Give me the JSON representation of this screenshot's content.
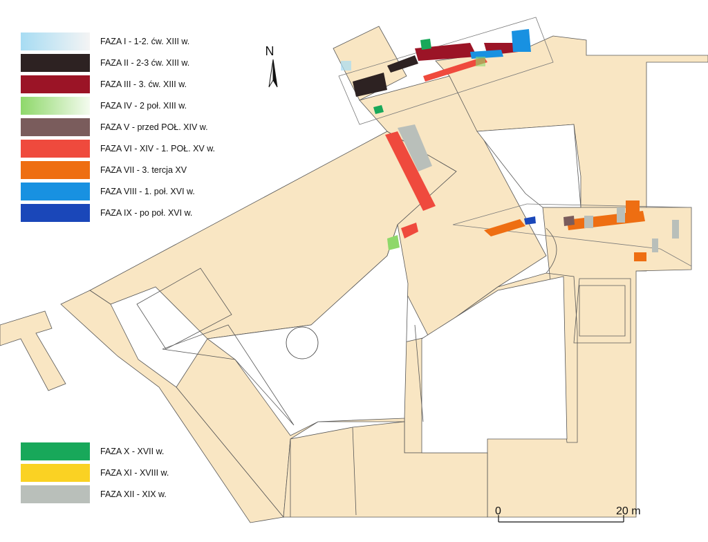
{
  "legend": {
    "top": [
      {
        "label": "FAZA I - 1-2. ćw. XIII w.",
        "color_from": "#a7dcf3",
        "color_to": "#f4f4f4"
      },
      {
        "label": "FAZA II - 2-3 ćw. XIII w.",
        "color_from": "#2d2222",
        "color_to": "#2d2222"
      },
      {
        "label": "FAZA III - 3. ćw. XIII w.",
        "color_from": "#9b1426",
        "color_to": "#9b1426"
      },
      {
        "label": "FAZA IV - 2 poł. XIII w.",
        "color_from": "#8ed86a",
        "color_to": "#f4fbef"
      },
      {
        "label": "FAZA V - przed POŁ. XIV w.",
        "color_from": "#7a5c5c",
        "color_to": "#7a5c5c"
      },
      {
        "label": "FAZA VI - XIV - 1. POŁ. XV w.",
        "color_from": "#ef4a3d",
        "color_to": "#ef4a3d"
      },
      {
        "label": "FAZA VII - 3. tercja XV",
        "color_from": "#ee6e12",
        "color_to": "#ee6e12"
      },
      {
        "label": "FAZA VIII -  1. poł. XVI  w.",
        "color_from": "#1891e1",
        "color_to": "#1891e1"
      },
      {
        "label": "FAZA IX - po poł. XVI w.",
        "color_from": "#1a47b9",
        "color_to": "#1a47b9"
      }
    ],
    "bottom": [
      {
        "label": "FAZA X - XVII w.",
        "color_from": "#18a85a",
        "color_to": "#18a85a"
      },
      {
        "label": "FAZA XI - XVIII w.",
        "color_from": "#fad223",
        "color_to": "#fad223"
      },
      {
        "label": "FAZA XII - XIX w.",
        "color_from": "#b9bfba",
        "color_to": "#b9bfba"
      }
    ]
  },
  "north": {
    "letter": "N"
  },
  "scale": {
    "start_label": "0",
    "end_label": "20 m"
  },
  "colors": {
    "building_fill": "#f9e6c3",
    "outline": "#555555",
    "background": "#ffffff"
  }
}
